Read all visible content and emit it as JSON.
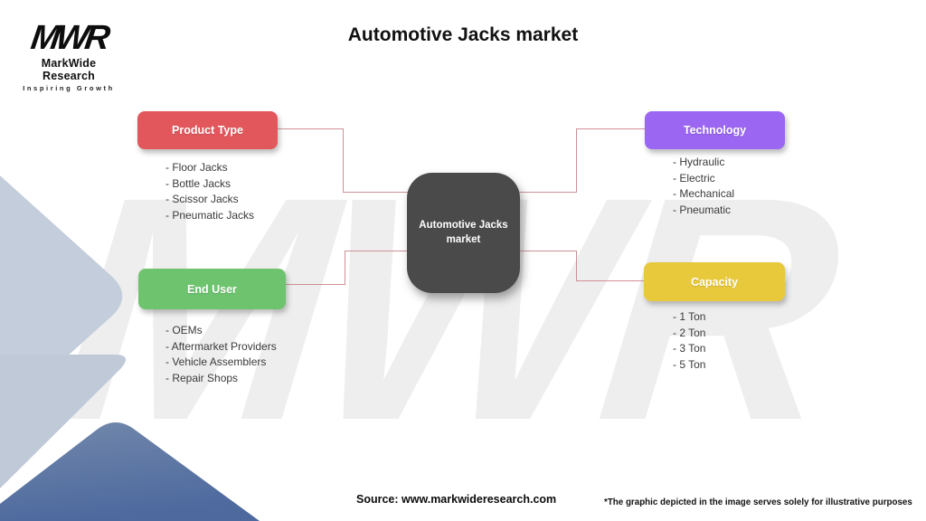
{
  "header": {
    "logo_glyph": "MWR",
    "logo_name": "MarkWide Research",
    "logo_tagline": "Inspiring Growth",
    "title": "Automotive Jacks market"
  },
  "watermark_text": "MWR",
  "diagram": {
    "center": {
      "label": "Automotive Jacks market",
      "color": "#4a4a4a"
    },
    "connector_color": "#ce9097",
    "branches": [
      {
        "id": "product-type",
        "label": "Product Type",
        "color": "#e2575c",
        "items": [
          "- Floor Jacks",
          "- Bottle Jacks",
          "- Scissor Jacks",
          "- Pneumatic Jacks"
        ]
      },
      {
        "id": "technology",
        "label": "Technology",
        "color": "#9a66f2",
        "items": [
          "- Hydraulic",
          "- Electric",
          "- Mechanical",
          "- Pneumatic"
        ]
      },
      {
        "id": "end-user",
        "label": "End User",
        "color": "#6ec36e",
        "items": [
          "- OEMs",
          "- Aftermarket Providers",
          "- Vehicle Assemblers",
          "- Repair Shops"
        ]
      },
      {
        "id": "capacity",
        "label": "Capacity",
        "color": "#e9c93c",
        "items": [
          "- 1 Ton",
          "- 2 Ton",
          "- 3 Ton",
          "- 5 Ton"
        ]
      }
    ]
  },
  "decor": {
    "light_shape_color": "#c3cddb",
    "dark_shape_top_color": "#7288ab",
    "dark_shape_bottom_color": "#4d699e"
  },
  "footer": {
    "source": "Source: www.markwideresearch.com",
    "disclaimer": "*The graphic depicted in the image serves solely for illustrative purposes"
  }
}
